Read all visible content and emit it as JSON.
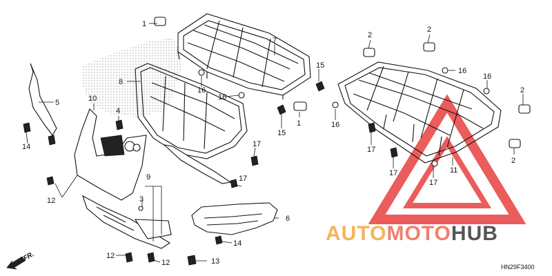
{
  "diagram_code": "HN29F3400",
  "direction_label": "FR.",
  "watermark": {
    "part1": "AUTO",
    "part2": "MOTO",
    "part3": "HUB",
    "colors": {
      "auto": "#f5b35a",
      "moto": "#f27f6b",
      "hub": "#555555",
      "triangle": "#e84040"
    }
  },
  "callouts": [
    {
      "id": "c1a",
      "label": "1"
    },
    {
      "id": "c1b",
      "label": "1"
    },
    {
      "id": "c2a",
      "label": "2"
    },
    {
      "id": "c2b",
      "label": "2"
    },
    {
      "id": "c2c",
      "label": "2"
    },
    {
      "id": "c2d",
      "label": "2"
    },
    {
      "id": "c3",
      "label": "3"
    },
    {
      "id": "c4",
      "label": "4"
    },
    {
      "id": "c5",
      "label": "5"
    },
    {
      "id": "c6",
      "label": "6"
    },
    {
      "id": "c7",
      "label": "7"
    },
    {
      "id": "c8",
      "label": "8"
    },
    {
      "id": "c9",
      "label": "9"
    },
    {
      "id": "c10",
      "label": "10"
    },
    {
      "id": "c11",
      "label": "11"
    },
    {
      "id": "c12a",
      "label": "12"
    },
    {
      "id": "c12b",
      "label": "12"
    },
    {
      "id": "c12c",
      "label": "12"
    },
    {
      "id": "c13",
      "label": "13"
    },
    {
      "id": "c14a",
      "label": "14"
    },
    {
      "id": "c14b",
      "label": "14"
    },
    {
      "id": "c15a",
      "label": "15"
    },
    {
      "id": "c15b",
      "label": "15"
    },
    {
      "id": "c16a",
      "label": "16"
    },
    {
      "id": "c16b",
      "label": "16"
    },
    {
      "id": "c16c",
      "label": "16"
    },
    {
      "id": "c16d",
      "label": "16"
    },
    {
      "id": "c16e",
      "label": "16"
    },
    {
      "id": "c17a",
      "label": "17"
    },
    {
      "id": "c17b",
      "label": "17"
    },
    {
      "id": "c17c",
      "label": "17"
    }
  ]
}
